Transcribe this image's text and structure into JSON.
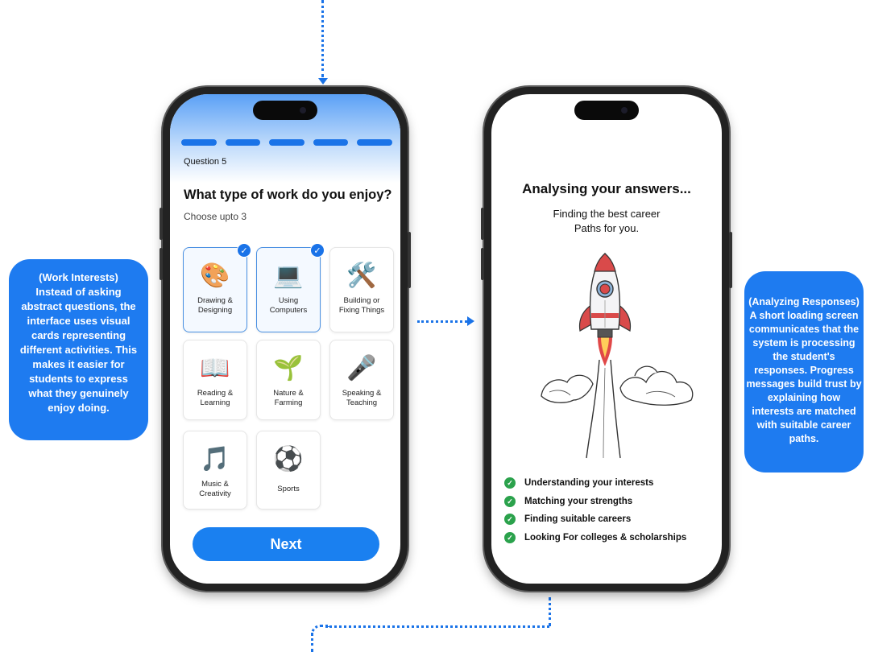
{
  "quiz": {
    "question_label": "Question 5",
    "question_title": "What type of work do you enjoy?",
    "instruction": "Choose upto 3",
    "cards": [
      {
        "label": "Drawing &\nDesigning",
        "icon": "🎨",
        "selected": true
      },
      {
        "label": "Using\nComputers",
        "icon": "💻",
        "selected": true
      },
      {
        "label": "Building or\nFixing Things",
        "icon": "🛠️",
        "selected": false
      },
      {
        "label": "Reading &\nLearning",
        "icon": "📖",
        "selected": false
      },
      {
        "label": "Nature &\nFarming",
        "icon": "🌱",
        "selected": false
      },
      {
        "label": "Speaking &\nTeaching",
        "icon": "🎤",
        "selected": false
      },
      {
        "label": "Music &\nCreativity",
        "icon": "🎵",
        "selected": false
      },
      {
        "label": "Sports",
        "icon": "⚽",
        "selected": false
      }
    ],
    "next_label": "Next"
  },
  "analysis": {
    "title": "Analysing your answers...",
    "subtitle_line1": "Finding the best career",
    "subtitle_line2": "Paths for you.",
    "steps": [
      "Understanding your interests",
      "Matching your strengths",
      "Finding suitable careers",
      "Looking For colleges & scholarships"
    ]
  },
  "notes": {
    "left": "(Work Interests)\nInstead of asking abstract questions, the interface uses visual cards representing different activities. This makes it easier for students to express what they genuinely enjoy doing.",
    "right": "(Analyzing Responses)\nA short loading screen communicates that the system is processing the student's responses. Progress messages build trust by explaining how interests are matched with suitable career paths."
  },
  "colors": {
    "accent": "#1a73e8",
    "note_bg": "#1e7bf0",
    "success": "#2ba24c"
  }
}
